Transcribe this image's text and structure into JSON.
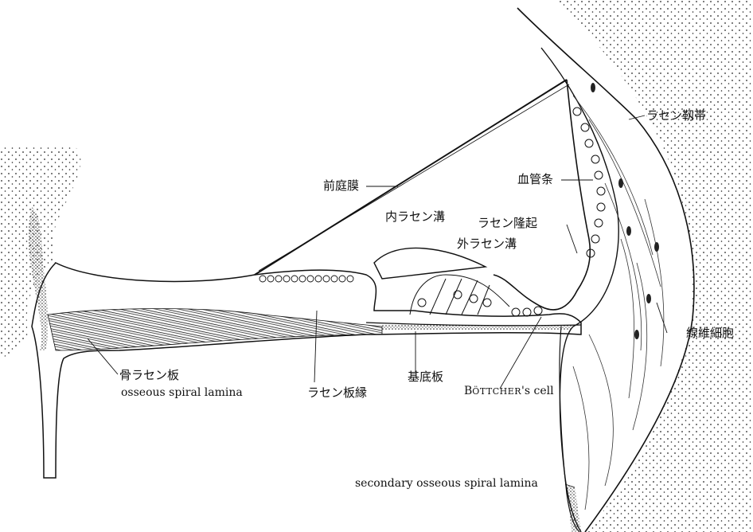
{
  "labels": {
    "spiral_ligament": "ラセン靱帯",
    "vestibular_membrane": "前庭膜",
    "stria_vascularis": "血管条",
    "inner_spiral_sulcus": "内ラセン溝",
    "spiral_prominence": "ラセン隆起",
    "outer_spiral_sulcus": "外ラセン溝",
    "fibrocyte": "線維細胞",
    "osseous_spiral_lamina_jp": "骨ラセン板",
    "osseous_spiral_lamina_en": "osseous spiral lamina",
    "spiral_limbus": "ラセン板縁",
    "basilar_membrane": "基底板",
    "bottcher_b": "B",
    "bottcher_ottcher": "ÖTTCHER",
    "bottcher_suffix": "'s cell",
    "secondary_lamina": "secondary osseous spiral lamina"
  },
  "colors": {
    "ink": "#111111",
    "paper": "#ffffff"
  }
}
